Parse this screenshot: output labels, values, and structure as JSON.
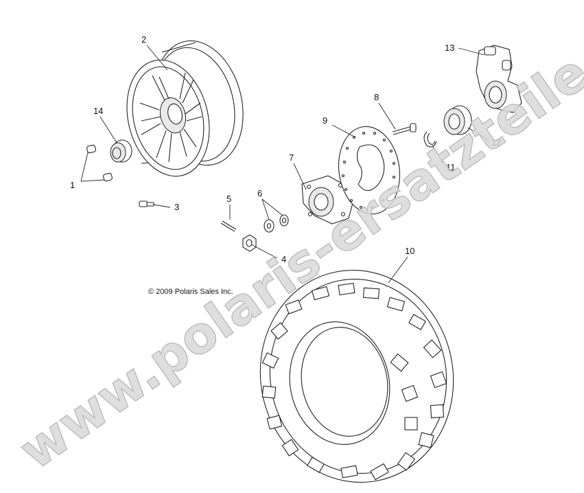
{
  "copyright": "© 2009 Polaris Sales Inc.",
  "watermark": "www.polaris-ersatzteile.de",
  "callouts": [
    {
      "id": "1",
      "text": "1"
    },
    {
      "id": "2",
      "text": "2"
    },
    {
      "id": "3",
      "text": "3"
    },
    {
      "id": "4",
      "text": "4"
    },
    {
      "id": "5",
      "text": "5"
    },
    {
      "id": "6",
      "text": "6"
    },
    {
      "id": "7",
      "text": "7"
    },
    {
      "id": "8",
      "text": "8"
    },
    {
      "id": "9",
      "text": "9"
    },
    {
      "id": "10",
      "text": "10"
    },
    {
      "id": "11",
      "text": "11"
    },
    {
      "id": "12",
      "text": "12"
    },
    {
      "id": "13",
      "text": "13"
    },
    {
      "id": "14",
      "text": "14"
    }
  ]
}
